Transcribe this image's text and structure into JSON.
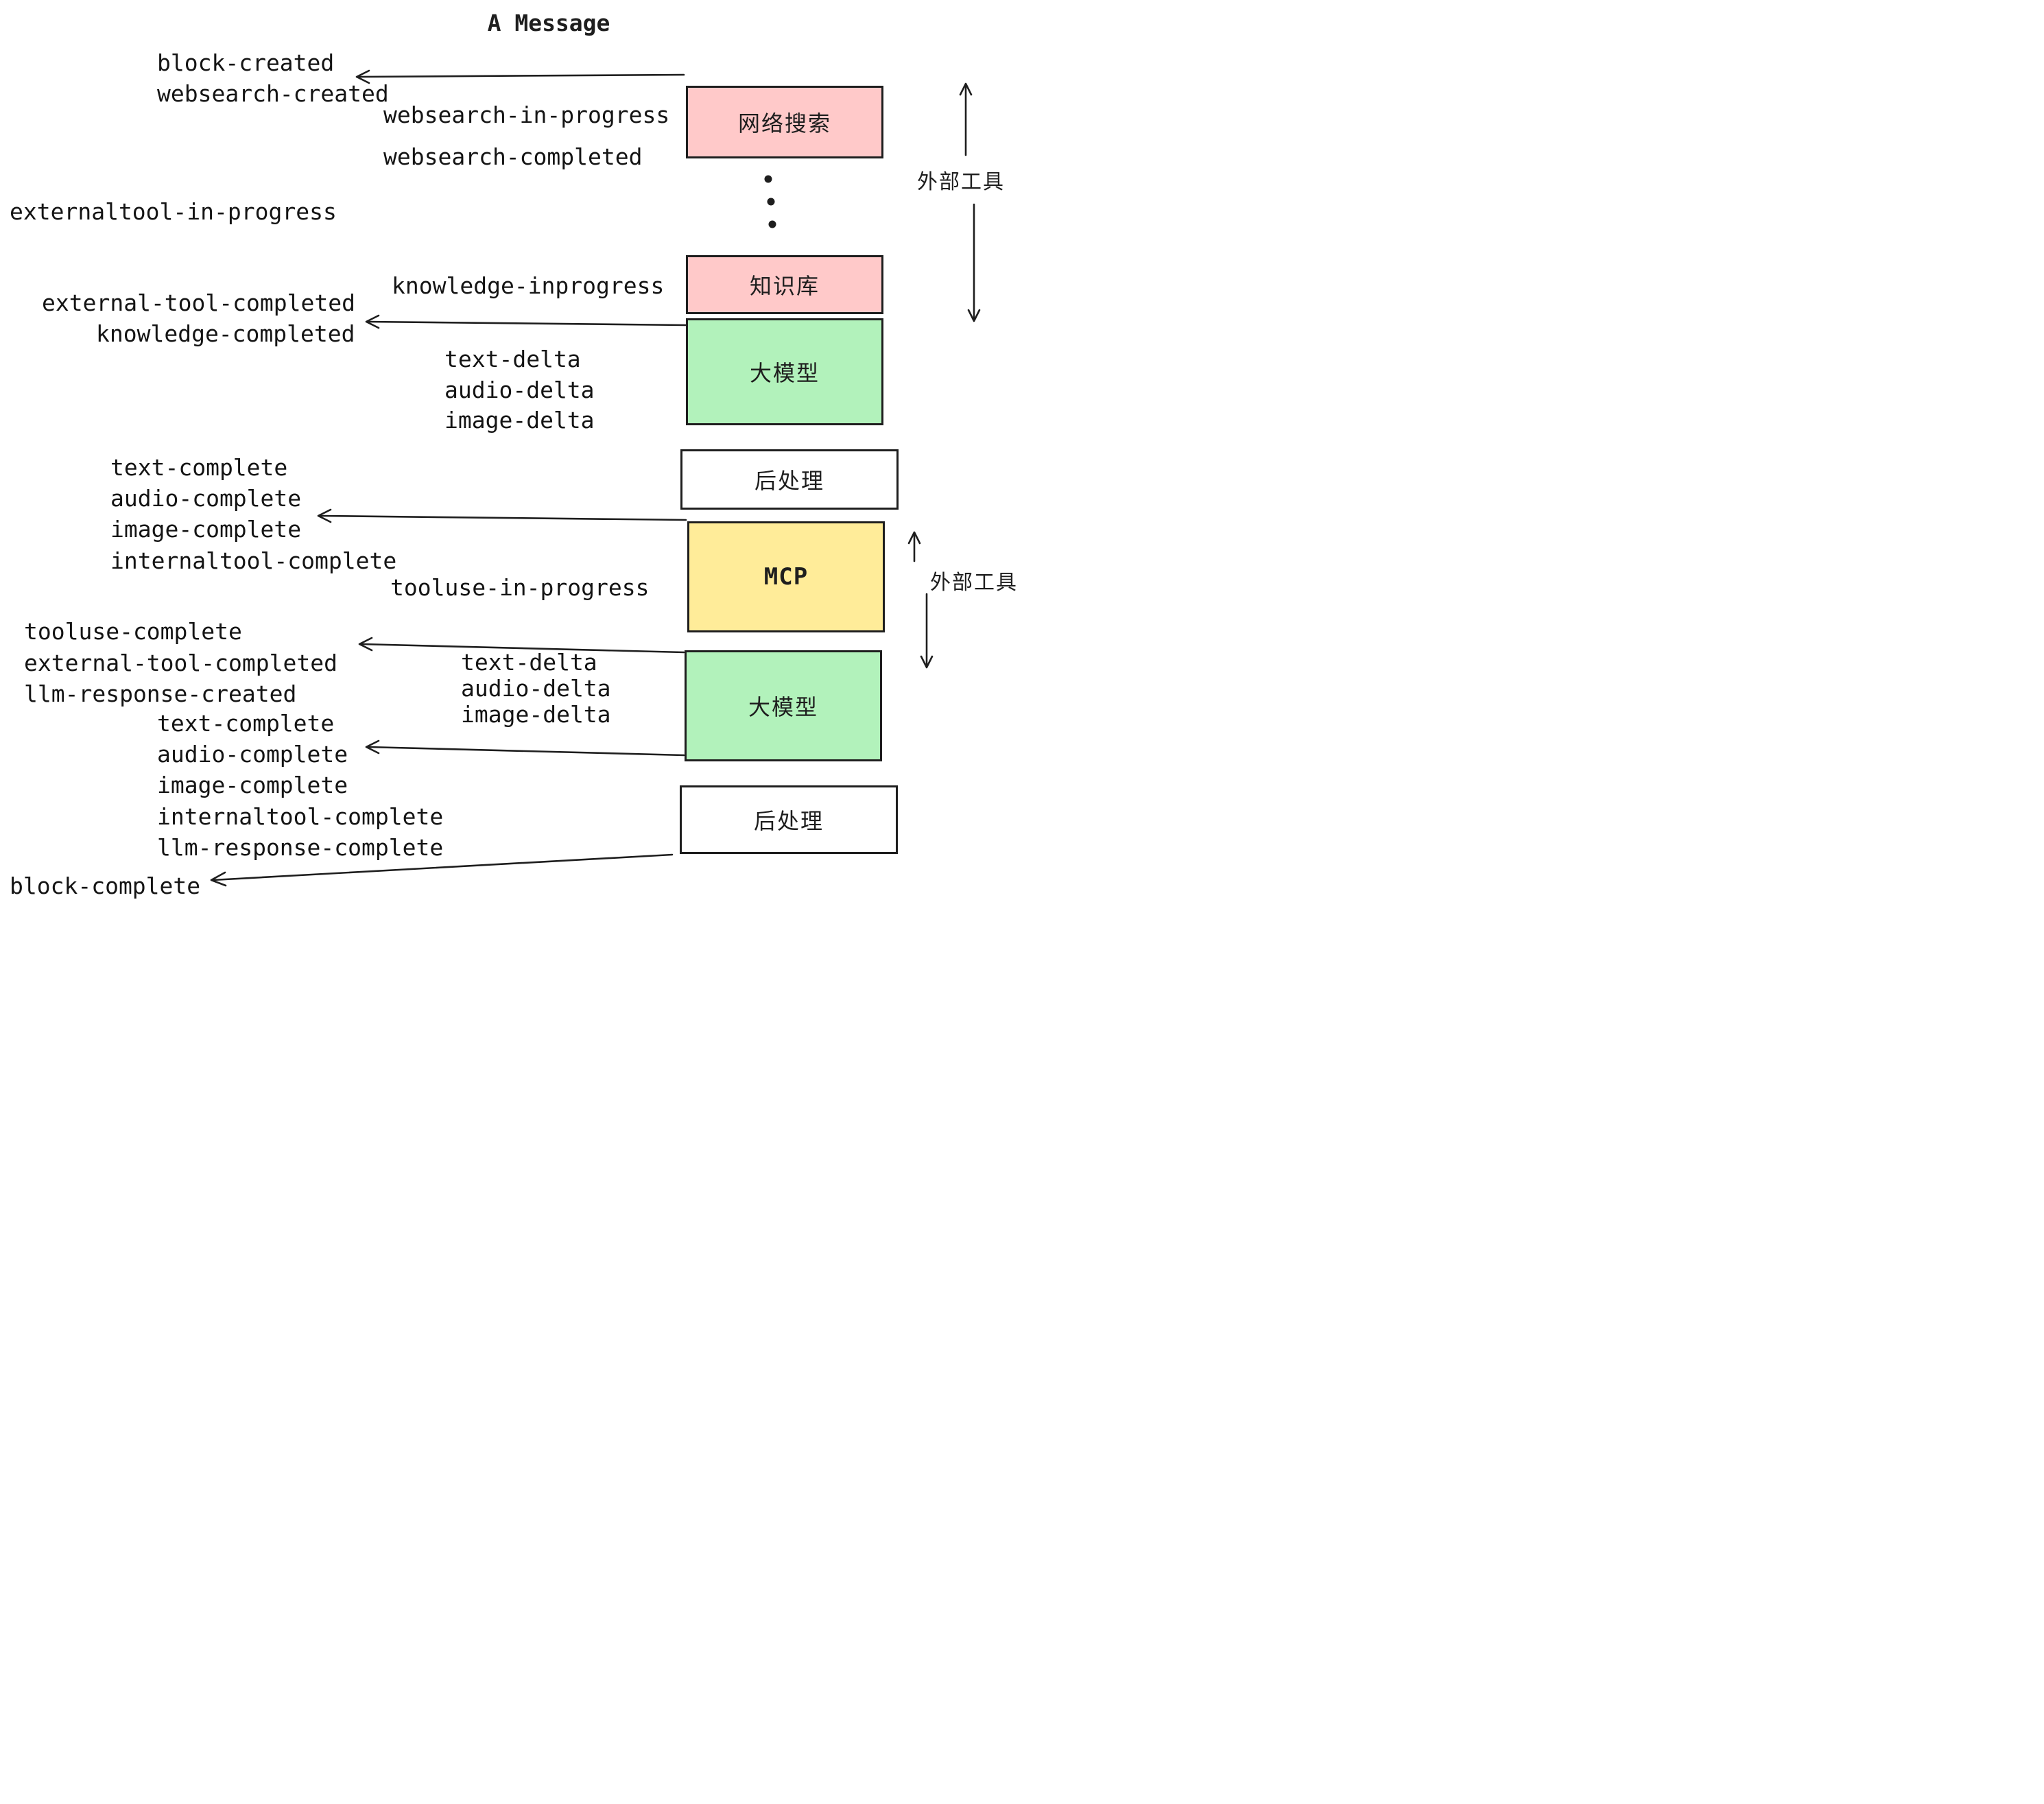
{
  "title": "A Message",
  "colors": {
    "pink": "#ffc9c9",
    "green": "#b2f2bb",
    "yellow": "#ffec99",
    "ink": "#1e1e1e"
  },
  "boxes": {
    "websearch": {
      "label": "网络搜索"
    },
    "knowledge": {
      "label": "知识库"
    },
    "llm1": {
      "label": "大模型"
    },
    "post1": {
      "label": "后处理"
    },
    "mcp": {
      "label": "MCP"
    },
    "llm2": {
      "label": "大模型"
    },
    "post2": {
      "label": "后处理"
    }
  },
  "side": {
    "external_tools_top": "外部工具",
    "external_tools_bottom": "外部工具"
  },
  "events": {
    "block_created": "block-created",
    "websearch_created": "websearch-created",
    "websearch_in_progress": "websearch-in-progress",
    "websearch_completed": "websearch-completed",
    "externaltool_in_progress": "externaltool-in-progress",
    "knowledge_inprogress": "knowledge-inprogress",
    "external_tool_completed_1": "external-tool-completed",
    "knowledge_completed": "knowledge-completed",
    "text_delta_1": "text-delta",
    "audio_delta_1": "audio-delta",
    "image_delta_1": "image-delta",
    "text_complete_1": "text-complete",
    "audio_complete_1": "audio-complete",
    "image_complete_1": "image-complete",
    "internaltool_complete_1": "internaltool-complete",
    "tooluse_in_progress": "tooluse-in-progress",
    "tooluse_complete": "tooluse-complete",
    "external_tool_completed_2": "external-tool-completed",
    "llm_response_created": "llm-response-created",
    "text_delta_2": "text-delta",
    "audio_delta_2": "audio-delta",
    "image_delta_2": "image-delta",
    "text_complete_2": "text-complete",
    "audio_complete_2": "audio-complete",
    "image_complete_2": "image-complete",
    "internaltool_complete_2": "internaltool-complete",
    "llm_response_complete": "llm-response-complete",
    "block_complete": "block-complete"
  }
}
